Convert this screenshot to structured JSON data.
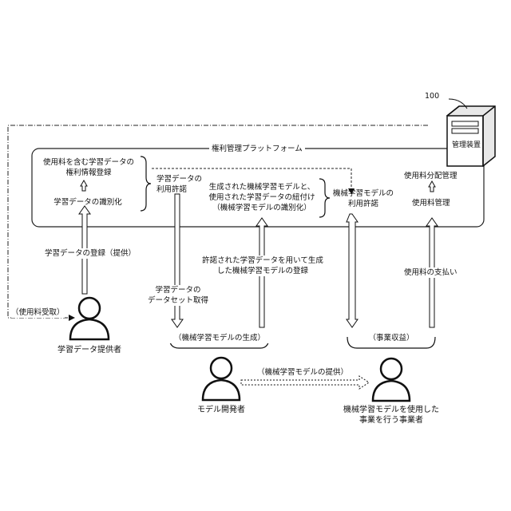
{
  "platform": {
    "title": "権利管理プラットフォーム",
    "register_with_fee": "使用料を含む学習データの\n権利情報登録",
    "identify_data": "学習データの識別化",
    "data_usage_permission": "学習データの\n利用許諾",
    "link_model_data": "生成された機械学習モデルと、\n使用された学習データの紐付け",
    "identify_model": "（機械学習モデルの識別化）",
    "model_usage_permission": "機械学習モデルの\n利用許諾",
    "fee_distribution": "使用料分配管理",
    "fee_management": "使用料管理"
  },
  "device": {
    "ref_number": "100",
    "label": "管理装置"
  },
  "flows": {
    "data_registration": "学習データの登録（提供）",
    "dataset_acquisition": "学習データの\nデータセット取得",
    "model_registration": "許諾された学習データを用いて生成\nした機械学習モデルの登録",
    "fee_payment": "使用料の支払い",
    "fee_receipt": "（使用料受取）",
    "model_generation": "（機械学習モデルの生成）",
    "business_revenue": "（事業収益）",
    "model_provision": "（機械学習モデルの提供）"
  },
  "actors": {
    "data_provider": "学習データ提供者",
    "model_developer": "モデル開発者",
    "business_operator": "機械学習モデルを使用した\n事業を行う事業者"
  }
}
